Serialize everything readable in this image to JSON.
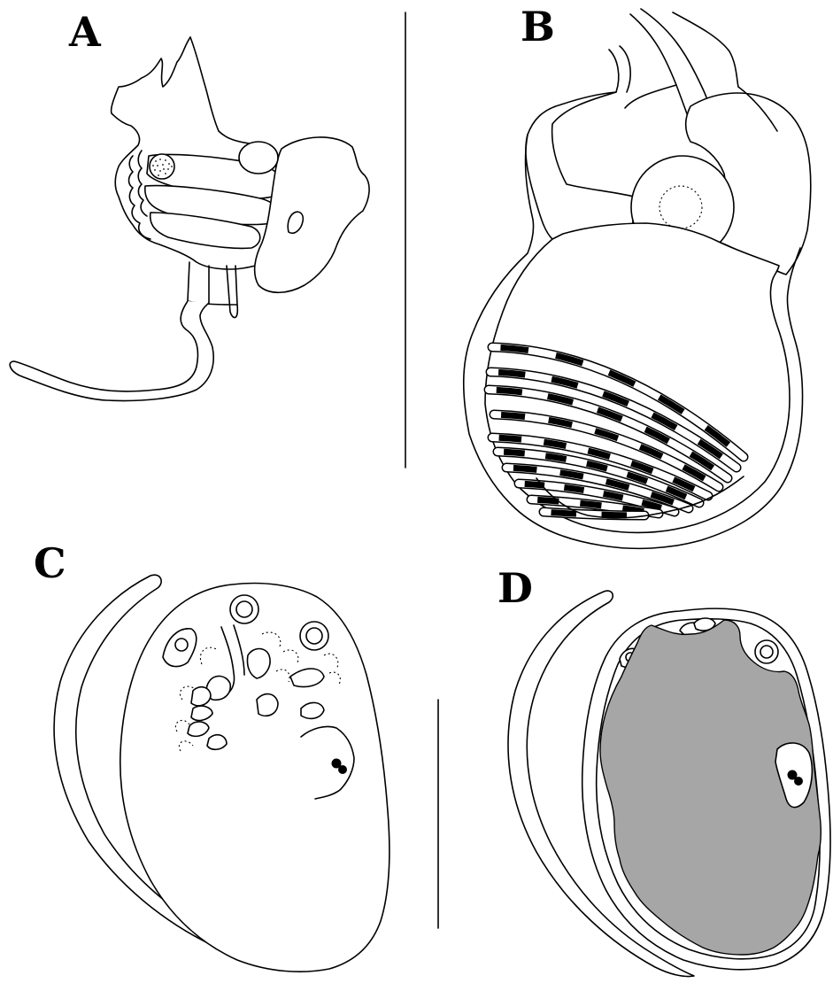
{
  "figure": {
    "panels": [
      {
        "id": "A",
        "label": "A"
      },
      {
        "id": "B",
        "label": "B"
      },
      {
        "id": "C",
        "label": "C"
      },
      {
        "id": "D",
        "label": "D"
      }
    ]
  },
  "colors": {
    "line": "#000000",
    "background": "#ffffff",
    "shaded_region": "#a6a6a6"
  }
}
